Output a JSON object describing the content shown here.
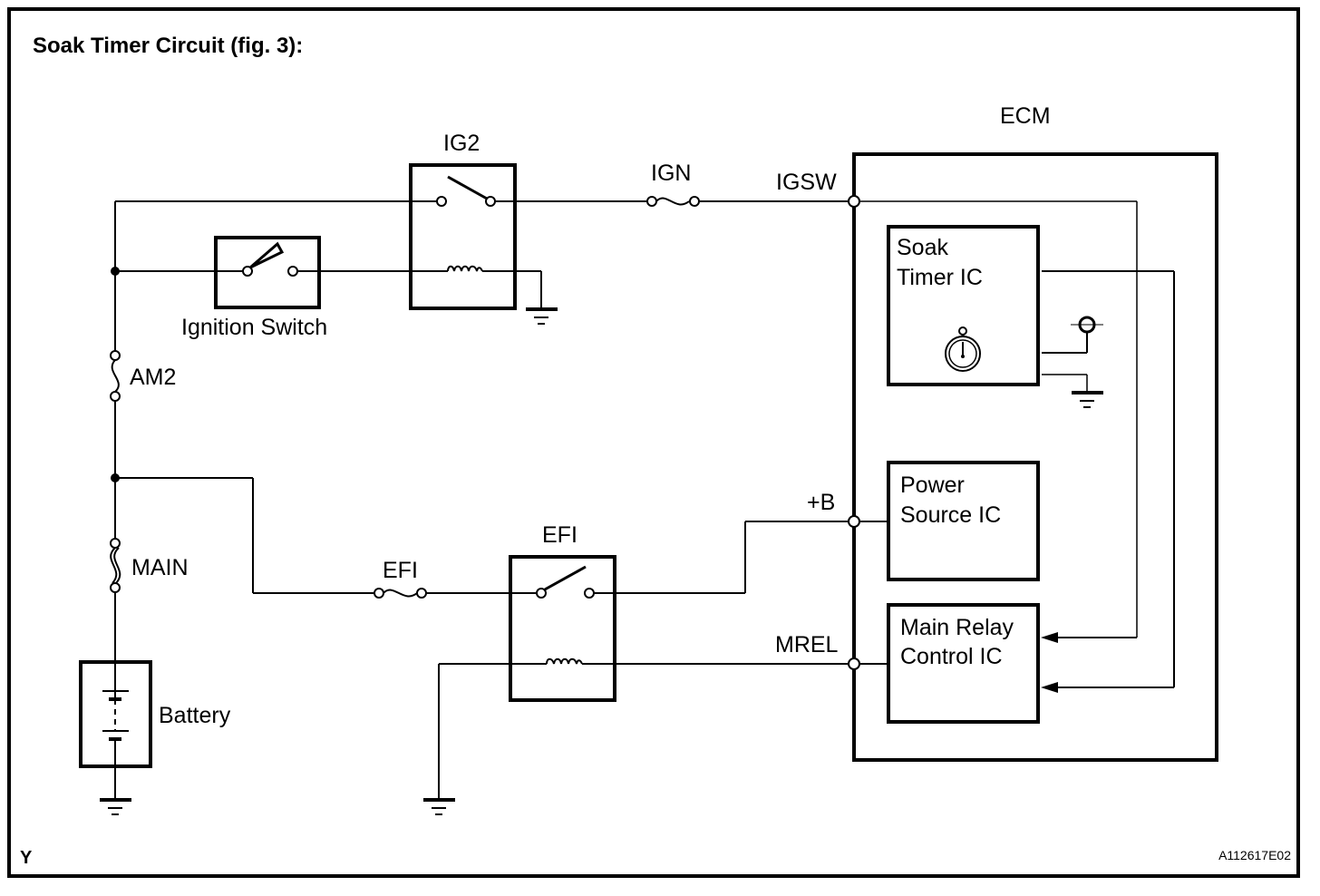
{
  "title": "Soak Timer Circuit (fig. 3):",
  "figure_code": "A112617E02",
  "corner_mark": "Y",
  "components": {
    "ig2_relay": "IG2",
    "ign_fuse": "IGN",
    "ignition_switch": "Ignition Switch",
    "am2_fuse": "AM2",
    "main_fuse": "MAIN",
    "battery": "Battery",
    "efi_fuse": "EFI",
    "efi_relay": "EFI",
    "ecm": "ECM"
  },
  "ecm_terminals": {
    "igsw": "IGSW",
    "b_plus": "+B",
    "mrel": "MREL"
  },
  "ecm_blocks": {
    "soak_timer_ic": [
      "Soak",
      "Timer IC"
    ],
    "power_source_ic": [
      "Power",
      "Source IC"
    ],
    "main_relay_control_ic": [
      "Main Relay",
      "Control IC"
    ]
  }
}
